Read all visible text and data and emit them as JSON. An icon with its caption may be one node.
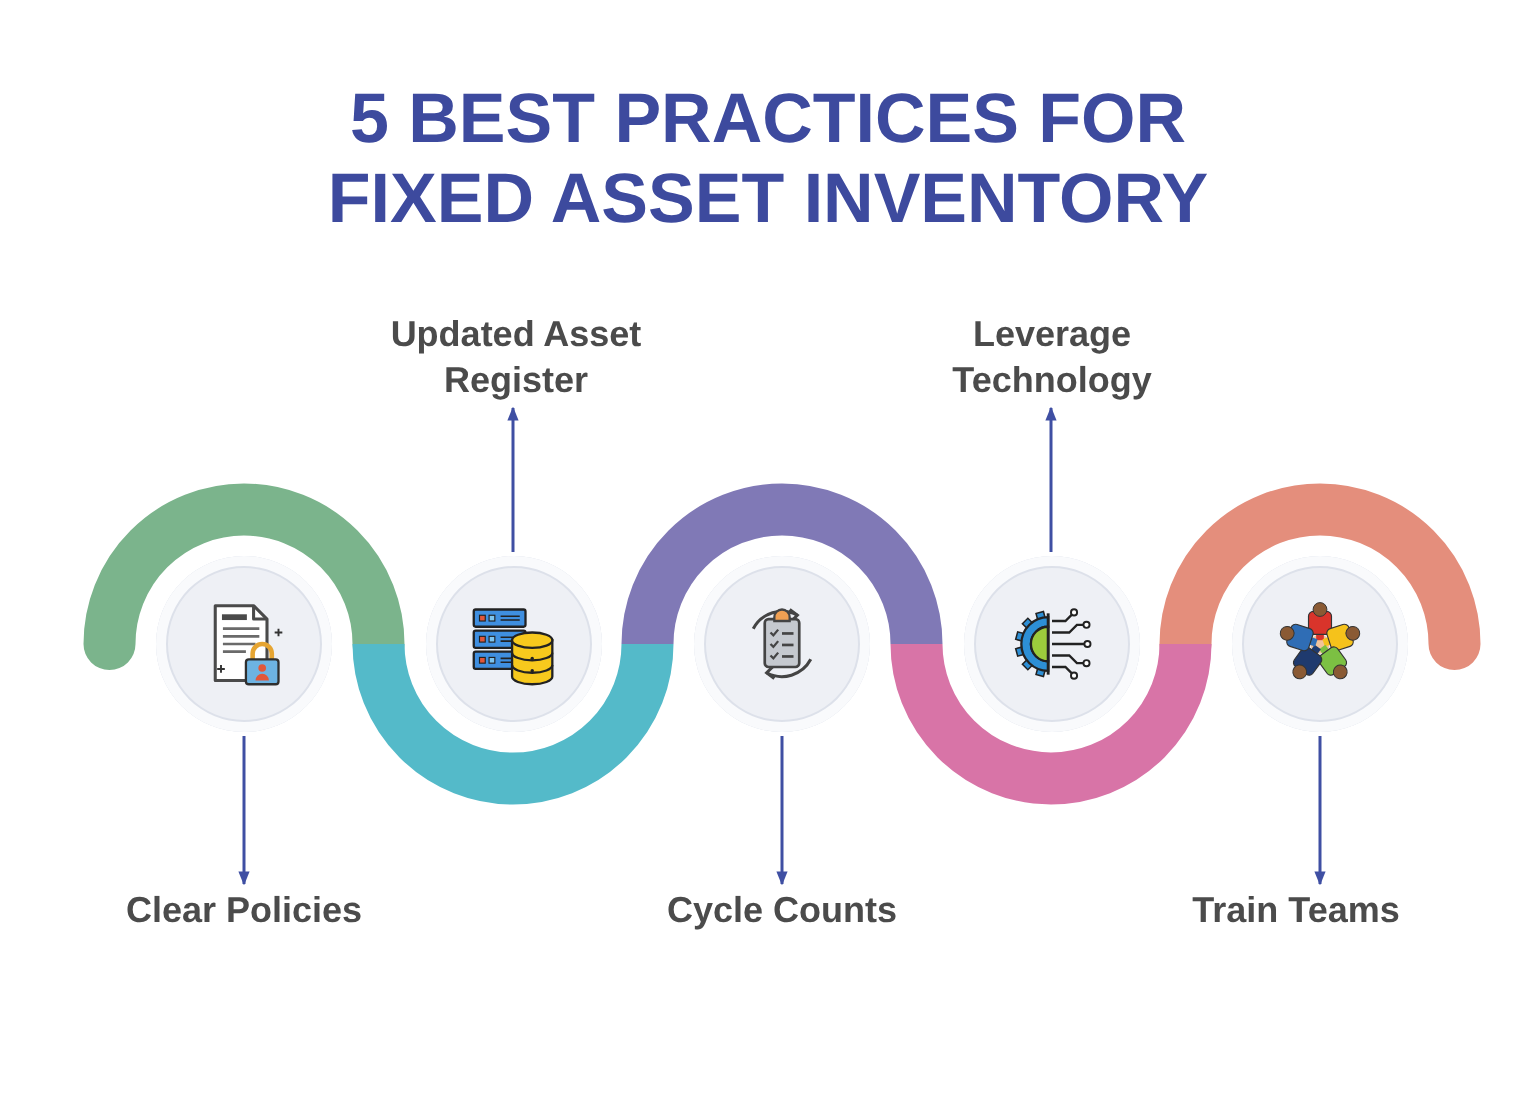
{
  "diagram": {
    "title": "5 BEST PRACTICES FOR FIXED ASSET INVENTORY",
    "nodes": [
      {
        "text": [
          "Updated Asset Register"
        ]
      },
      {
        "text": [
          "Leverage Technology"
        ]
      },
      {
        "text": [],
        "shape": "circle"
      },
      {
        "text": [],
        "shape": "circle"
      },
      {
        "text": [],
        "shape": "circle"
      },
      {
        "text": [],
        "shape": "circle"
      },
      {
        "text": [],
        "shape": "circle"
      },
      {
        "text": [
          "Clear Policies"
        ]
      },
      {
        "text": [
          "Cycle Counts"
        ]
      },
      {
        "text": [
          "Train Teams"
        ]
      }
    ],
    "edges": [
      {
        "from": 2,
        "to": 7,
        "arrow": "to"
      },
      {
        "from": 3,
        "to": 0,
        "arrow": "to"
      },
      {
        "from": 4,
        "to": 8,
        "arrow": "to"
      },
      {
        "from": 5,
        "to": 1,
        "arrow": "to"
      },
      {
        "from": 6,
        "to": 9,
        "arrow": "to"
      }
    ]
  }
}
